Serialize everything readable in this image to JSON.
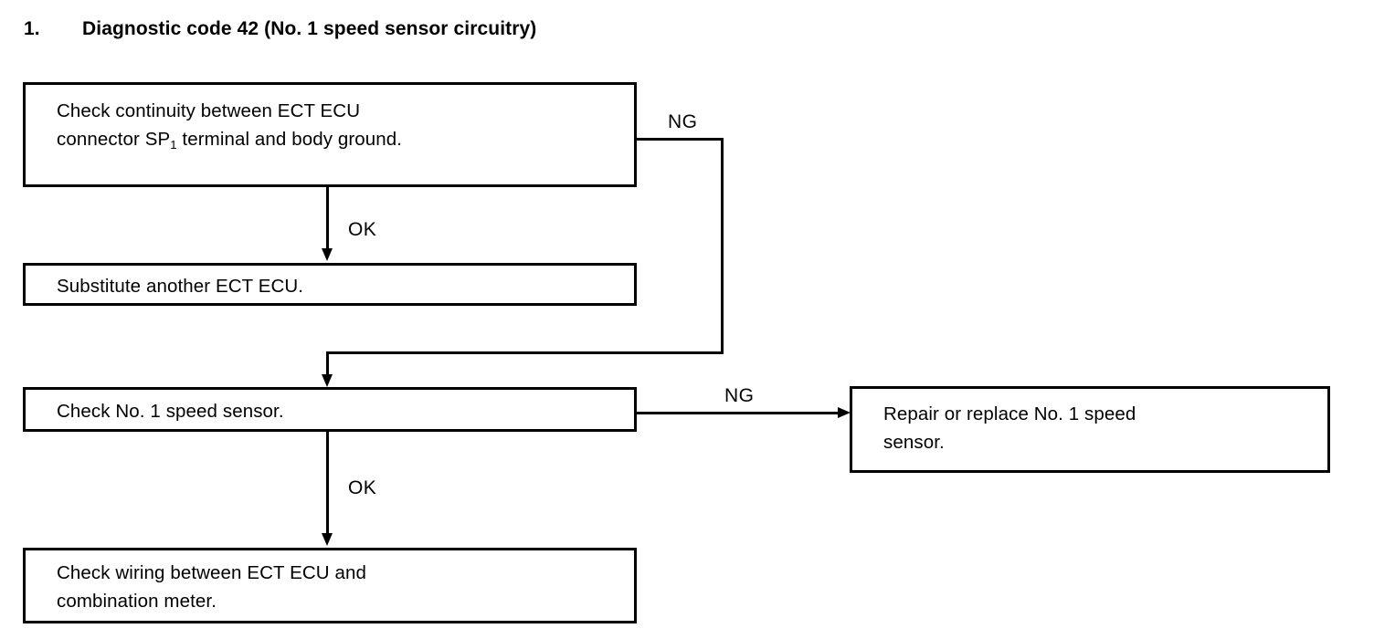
{
  "document": {
    "title_number": "1.",
    "title_text": "Diagnostic code 42 (No. 1 speed sensor circuitry)"
  },
  "flowchart": {
    "type": "troubleshooting-flowchart",
    "boxes": [
      {
        "id": "check-continuity",
        "line1": "Check continuity between ECT ECU",
        "line2_before_sub": "connector SP",
        "line2_sub": "1",
        "line2_after_sub": " terminal and body ground."
      },
      {
        "id": "substitute-ecu",
        "line1": "Substitute another ECT ECU."
      },
      {
        "id": "check-speed-sensor",
        "line1": "Check No. 1 speed sensor."
      },
      {
        "id": "repair-replace-sensor",
        "line1": "Repair or replace No. 1 speed",
        "line2": "sensor."
      },
      {
        "id": "check-wiring",
        "line1": "Check wiring between ECT ECU and",
        "line2": "combination meter."
      }
    ],
    "edge_labels": {
      "ng_top": "NG",
      "ok_top": "OK",
      "ng_middle": "NG",
      "ok_bottom": "OK"
    }
  },
  "colors": {
    "ink": "#000000",
    "paper": "#ffffff"
  }
}
